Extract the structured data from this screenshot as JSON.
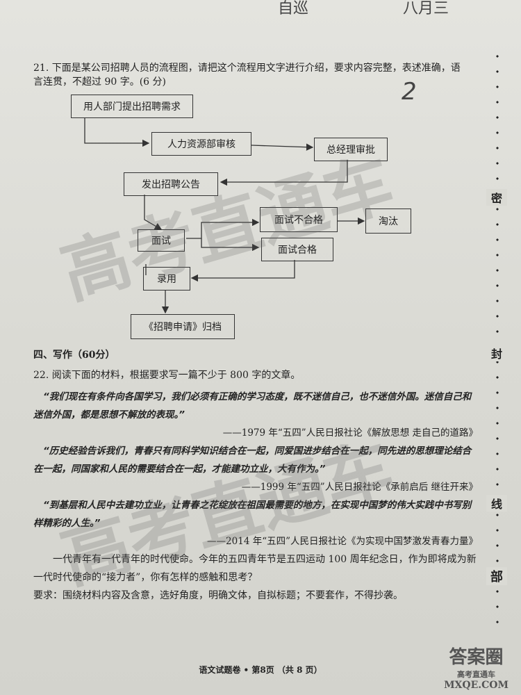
{
  "header_scribbles": {
    "left": "自巡",
    "right": "八月三"
  },
  "q21": {
    "text": "21. 下面是某公司招聘人员的流程图，请把这个流程用文字进行介绍，要求内容完整，表述准确，语言连贯，不超过 90 字。(6 分)",
    "handwriting": "2"
  },
  "flowchart": {
    "n1": "用人部门提出招聘需求",
    "n2": "人力资源部审核",
    "n3": "总经理审批",
    "n4": "发出招聘公告",
    "n5": "面试",
    "n6": "面试不合格",
    "n7": "淘汰",
    "n8": "面试合格",
    "n9": "录用",
    "n10": "《招聘申请》归档"
  },
  "section4": {
    "title": "四、写作（60分）"
  },
  "q22": {
    "prompt": "22. 阅读下面的材料，根据要求写一篇不少于 800 字的文章。",
    "quote1": "“我们现在有条件向各国学习，我们必须有正确的学习态度，既不迷信自己，也不迷信外国。迷信自己和迷信外国，都是思想不解放的表现。”",
    "src1": "——1979 年“五四”人民日报社论《解放思想 走自己的道路》",
    "quote2": "“历史经验告诉我们，青春只有同科学知识结合在一起，同爱国进步结合在一起，同先进的思想理论结合在一起，同国家和人民的需要结合在一起，才能建功立业，大有作为。”",
    "src2": "——1999 年“五四”人民日报社论《承前启后 继往开来》",
    "quote3": "“到基层和人民中去建功立业，让青春之花绽放在祖国最需要的地方，在实现中国梦的伟大实践中书写别样精彩的人生。”",
    "src3": "——2014 年“五四”人民日报社论《为实现中国梦激发青春力量》",
    "para": "一代青年有一代青年的时代使命。今年的五四青年节是五四运动 100 周年纪念日，作为即将成为新一代时代使命的“接力者”，你有怎样的感触和思考？",
    "req": "要求：围绕材料内容及含意，选好角度，明确文体，自拟标题；不要套作，不得抄袭。"
  },
  "binding": {
    "c1": "密",
    "c2": "封",
    "c3": "线",
    "c4": "部"
  },
  "footer": "语文试题卷 • 第8页 （共 8 页）",
  "watermark": {
    "w1": "高考直通车",
    "w2": "高考直通车"
  },
  "logo": {
    "main": "答案圈",
    "sub": "MXQE.COM",
    "tag": "高考直通车"
  }
}
